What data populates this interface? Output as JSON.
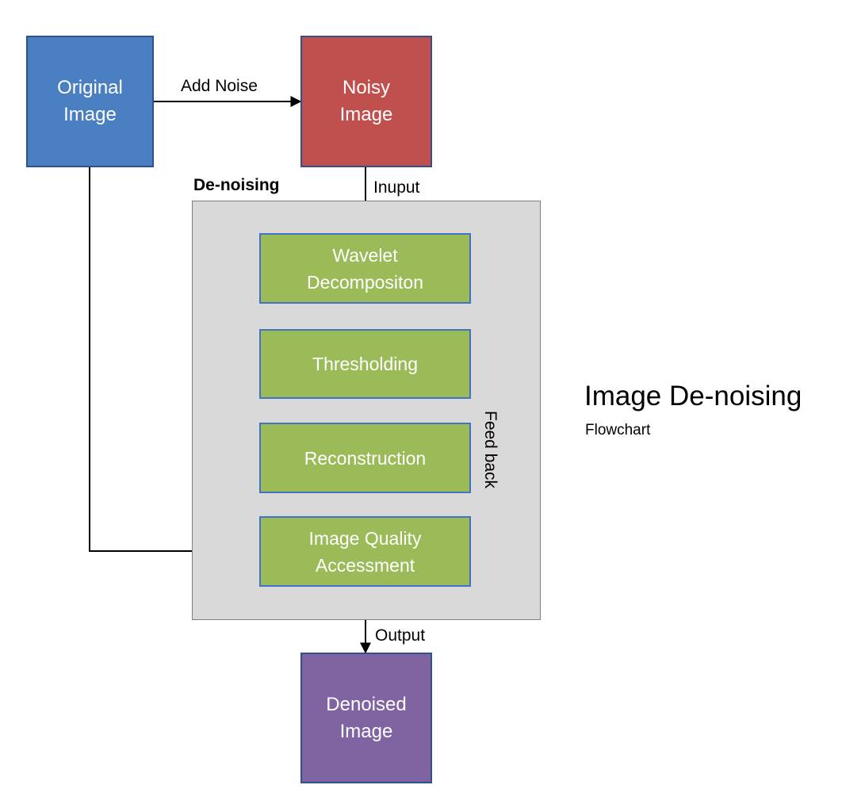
{
  "title": "Image De-noising",
  "subtitle": "Flowchart",
  "panel": {
    "label": "De-noising"
  },
  "nodes": {
    "original": {
      "lines": [
        "Original",
        "Image"
      ],
      "color": "#4a7fc1"
    },
    "noisy": {
      "lines": [
        "Noisy",
        "Image"
      ],
      "color": "#c0504d"
    },
    "wavelet": {
      "lines": [
        "Wavelet",
        "Decompositon"
      ],
      "color": "#9bbb59"
    },
    "thresholding": {
      "lines": [
        "Thresholding"
      ],
      "color": "#9bbb59"
    },
    "reconstruction": {
      "lines": [
        "Reconstruction"
      ],
      "color": "#9bbb59"
    },
    "quality": {
      "lines": [
        "Image Quality",
        "Accessment"
      ],
      "color": "#9bbb59"
    },
    "denoised": {
      "lines": [
        "Denoised",
        "Image"
      ],
      "color": "#8064a2"
    }
  },
  "edges": {
    "add_noise": "Add Noise",
    "input": "Inuput",
    "output": "Output",
    "feedback": "Feed back"
  }
}
